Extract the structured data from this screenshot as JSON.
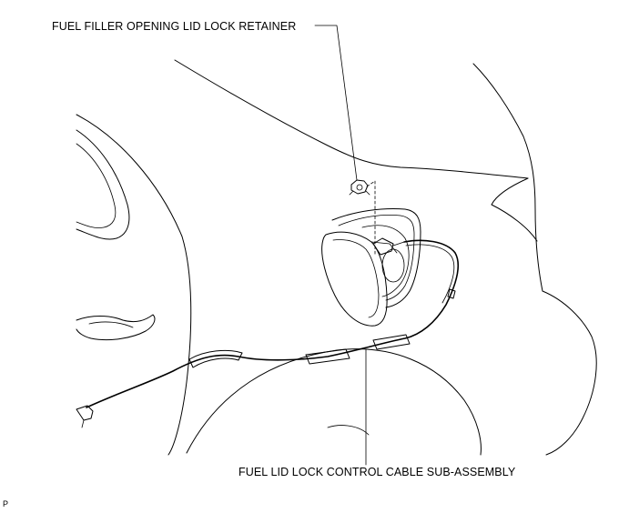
{
  "labels": {
    "retainer": "FUEL FILLER OPENING LID LOCK RETAINER",
    "cable": "FUEL LID LOCK CONTROL CABLE SUB-ASSEMBLY",
    "code": "P"
  },
  "colors": {
    "line": "#000000",
    "background": "#ffffff"
  }
}
